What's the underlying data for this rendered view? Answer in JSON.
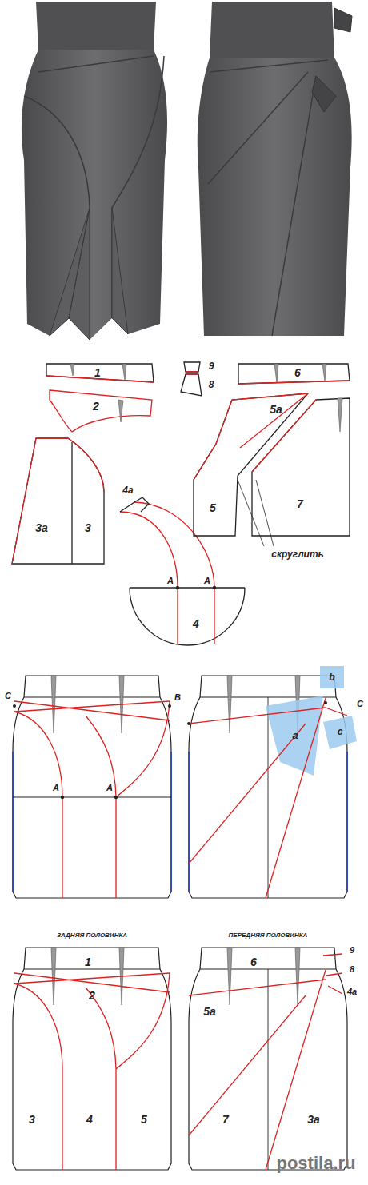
{
  "diagram": {
    "labels": [
      "1",
      "9",
      "8",
      "6",
      "2",
      "5а",
      "3а",
      "3",
      "4а",
      "5",
      "7",
      "скруглить",
      "A",
      "A",
      "4",
      "C",
      "B",
      "A",
      "A",
      "b",
      "a",
      "c",
      "C",
      "ЗАДНЯЯ ПОЛОВИНКА",
      "ПЕРЕДНЯЯ ПОЛОВИНКА",
      "1",
      "2",
      "3",
      "4",
      "5",
      "6",
      "9",
      "8",
      "4а",
      "5а",
      "7",
      "3а",
      "postila.ru"
    ]
  }
}
